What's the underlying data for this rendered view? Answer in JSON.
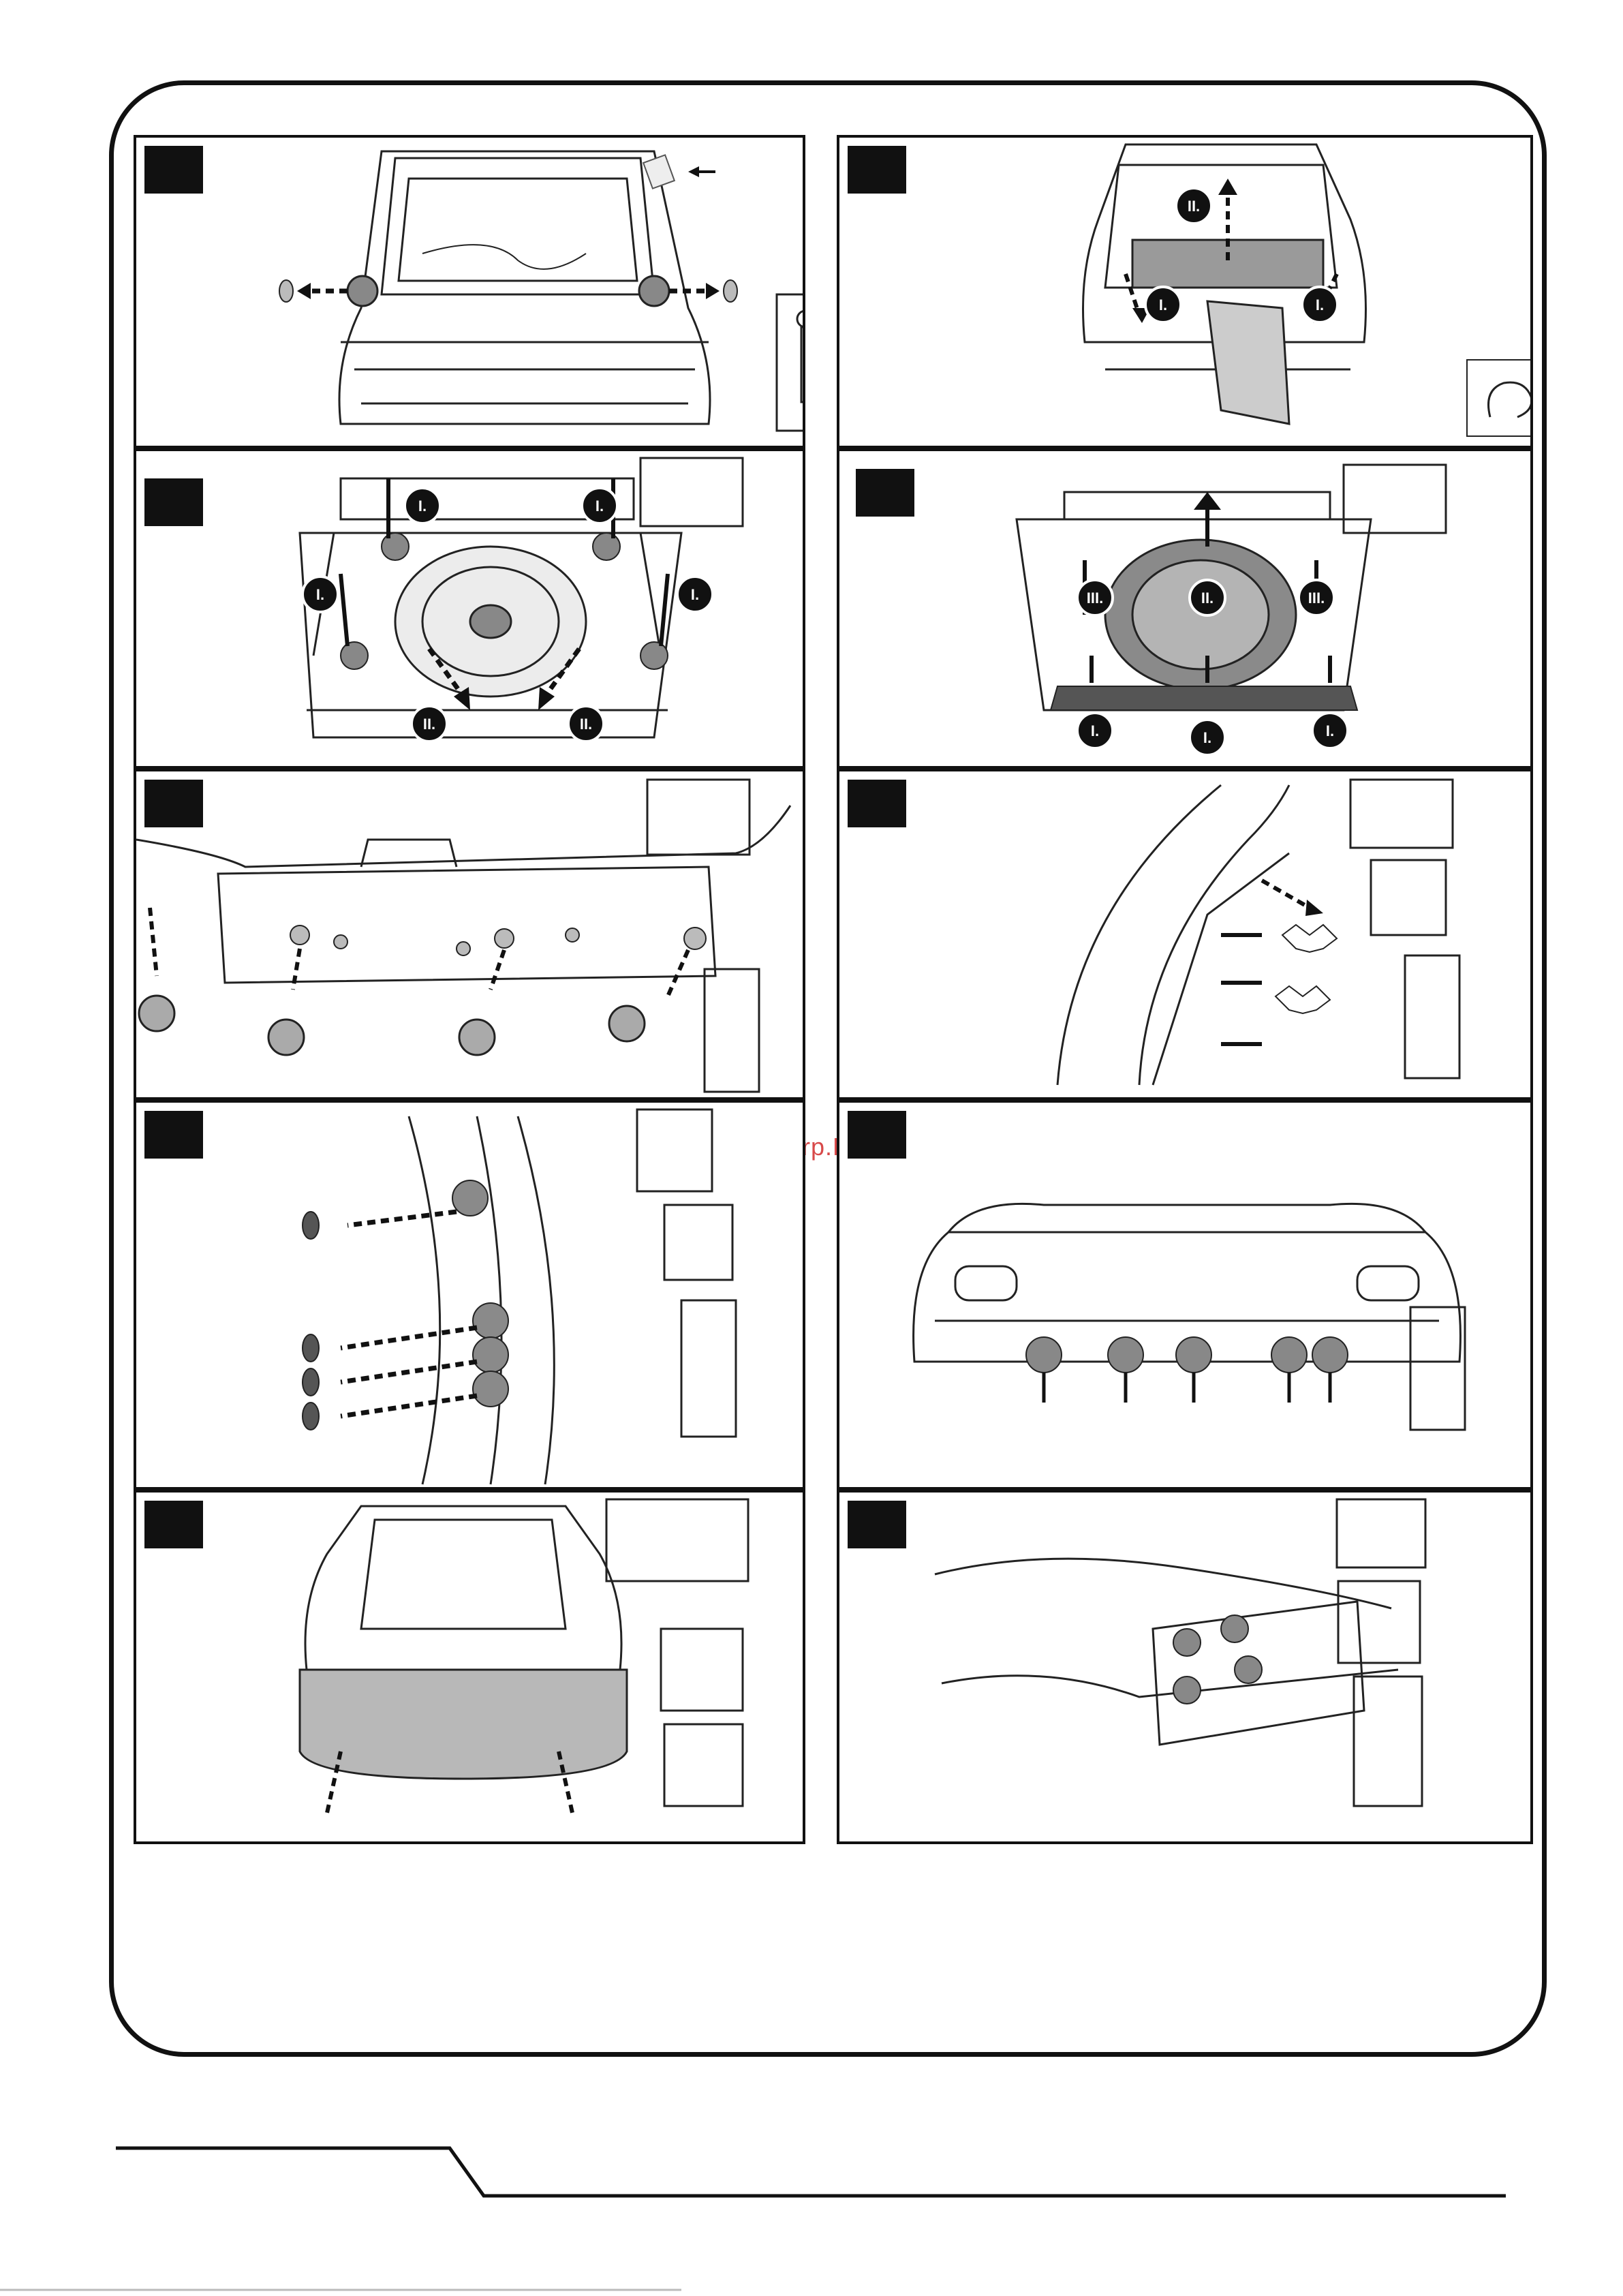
{
  "watermark": {
    "text": "McGrp.Ru",
    "color": "#d84a4a"
  },
  "step_boxes": {
    "fill": "#111111",
    "label_color": "#ffffff"
  },
  "panels": [
    {
      "callouts": []
    },
    {
      "callouts": [
        "II.",
        "I.",
        "I."
      ]
    },
    {
      "callouts": [
        "I.",
        "I.",
        "I.",
        "I.",
        "II.",
        "II."
      ]
    },
    {
      "callouts": [
        "II.",
        "III.",
        "III.",
        "I.",
        "I.",
        "I."
      ]
    },
    {
      "callouts": []
    },
    {
      "callouts": []
    },
    {
      "callouts": []
    },
    {
      "callouts": []
    },
    {
      "callouts": []
    },
    {
      "callouts": []
    }
  ],
  "icons": {
    "wrench": "socket-wrench-icon",
    "screw": "screw-icon",
    "rotate": "loosen-rotate-icon",
    "two_person": "two-person-lift-icon",
    "connector": "electrical-connector-icon",
    "hand": "hand-clip-icon",
    "car_thumb": "car-trunk-thumbnail-icon"
  }
}
